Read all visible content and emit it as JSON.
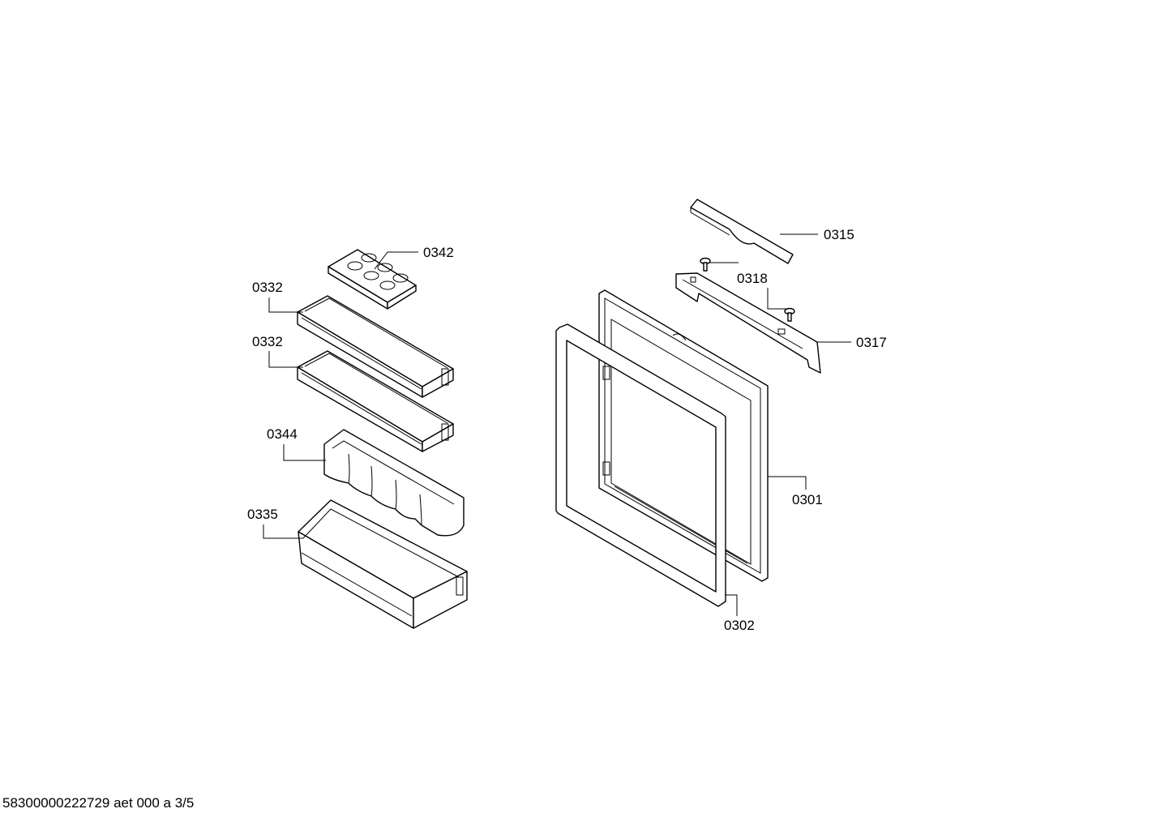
{
  "parts": [
    {
      "id": "0342",
      "name": "egg-tray"
    },
    {
      "id": "0332",
      "name": "door-shelf-upper"
    },
    {
      "id": "0332",
      "name": "door-shelf-lower"
    },
    {
      "id": "0344",
      "name": "bottle-holder"
    },
    {
      "id": "0335",
      "name": "bottle-shelf"
    },
    {
      "id": "0315",
      "name": "cover-strip"
    },
    {
      "id": "0318",
      "name": "screw"
    },
    {
      "id": "0317",
      "name": "hinge-bracket"
    },
    {
      "id": "0301",
      "name": "door"
    },
    {
      "id": "0302",
      "name": "door-seal"
    }
  ],
  "footer": "58300000222729 aet 000 a 3/5"
}
